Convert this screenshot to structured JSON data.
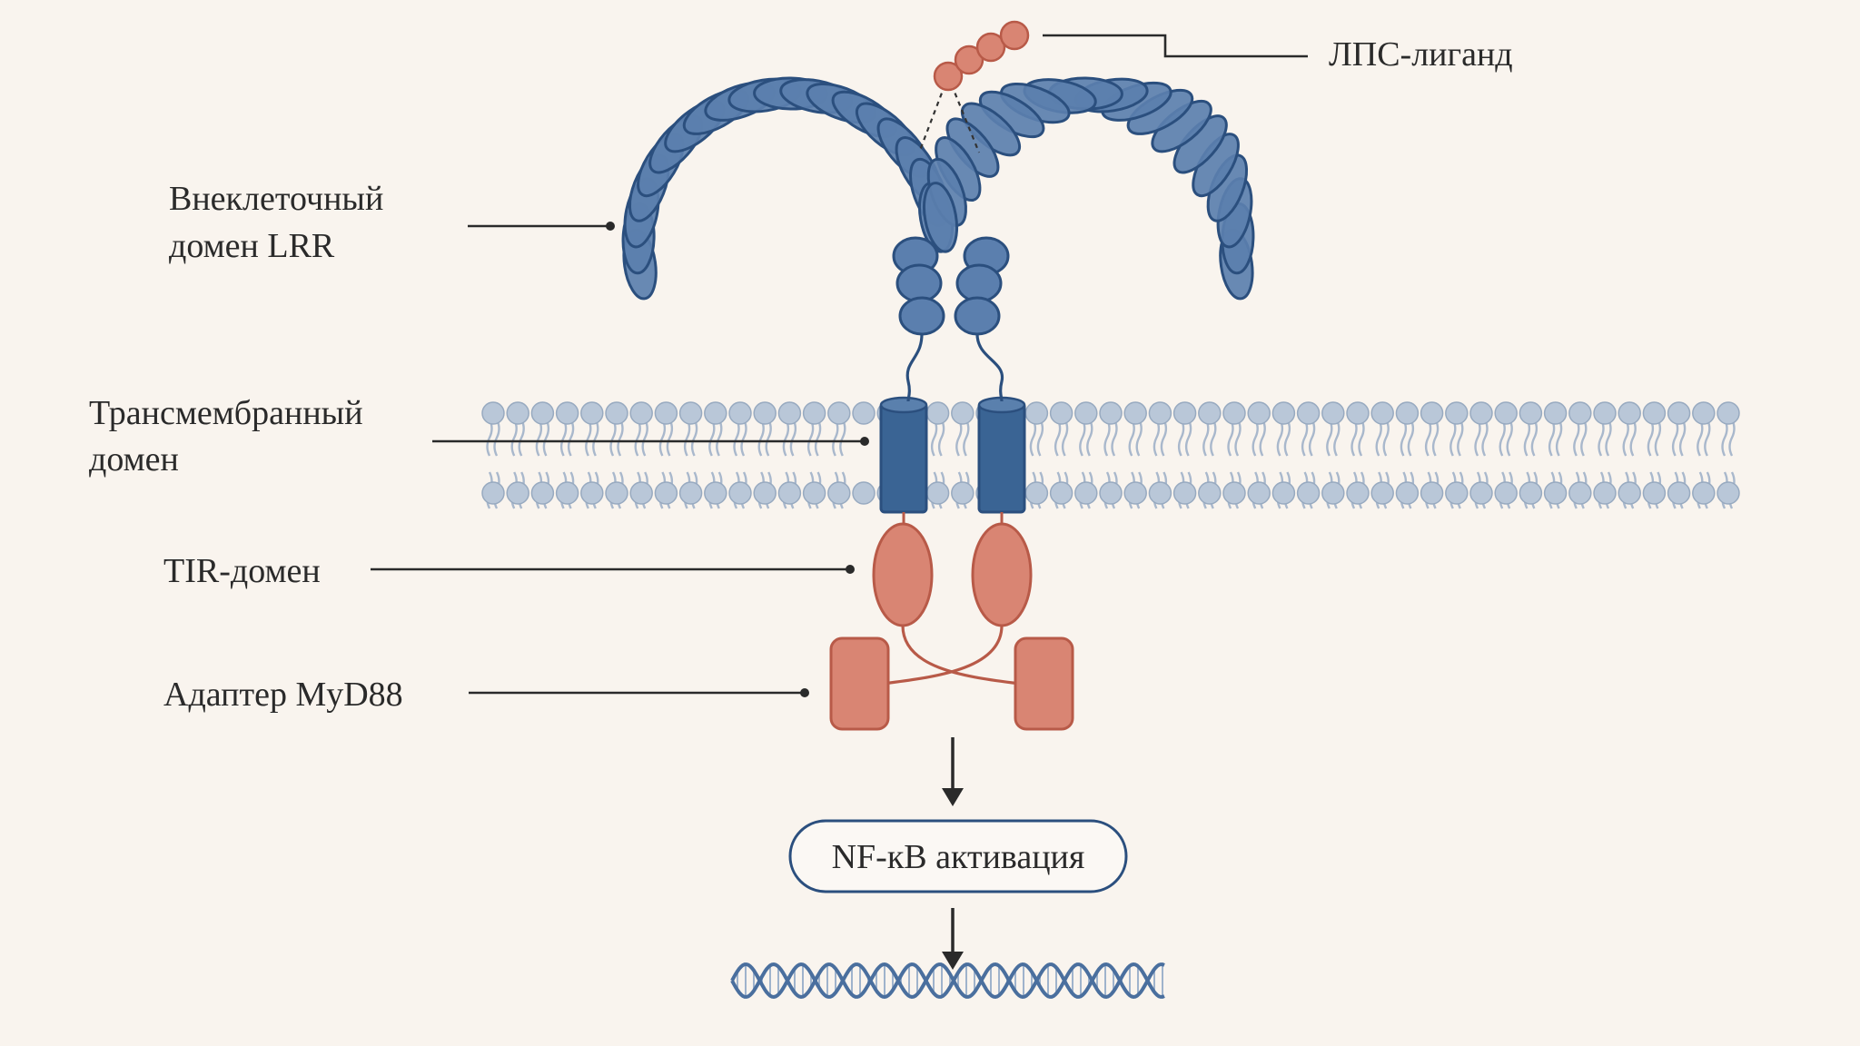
{
  "labels": {
    "lps_ligand": "ЛПС-лиганд",
    "lrr_domain_line1": "Внеклеточный",
    "lrr_domain_line2": "домен LRR",
    "tm_domain_line1": "Трансмембранный",
    "tm_domain_line2": "домен",
    "tir_domain": "TIR-домен",
    "myd88": "Адаптер MyD88",
    "nfkb": "NF-кВ активация"
  },
  "colors": {
    "background": "#f9f4ee",
    "receptor_blue": "#4b6e9c",
    "receptor_blue_dark": "#2b4f7e",
    "receptor_fill": "#5b7fae",
    "tm_blue": "#3a6494",
    "adaptor_fill": "#d98573",
    "adaptor_stroke": "#b85a48",
    "membrane_head": "#b9c7d8",
    "membrane_head_stroke": "#98aac0",
    "membrane_tail": "#a9b8cc",
    "dna": "#4a6f9e",
    "text": "#2a2a2a"
  },
  "icons": {
    "ligand": "lps-molecule-icon",
    "dna": "dna-helix-icon"
  }
}
